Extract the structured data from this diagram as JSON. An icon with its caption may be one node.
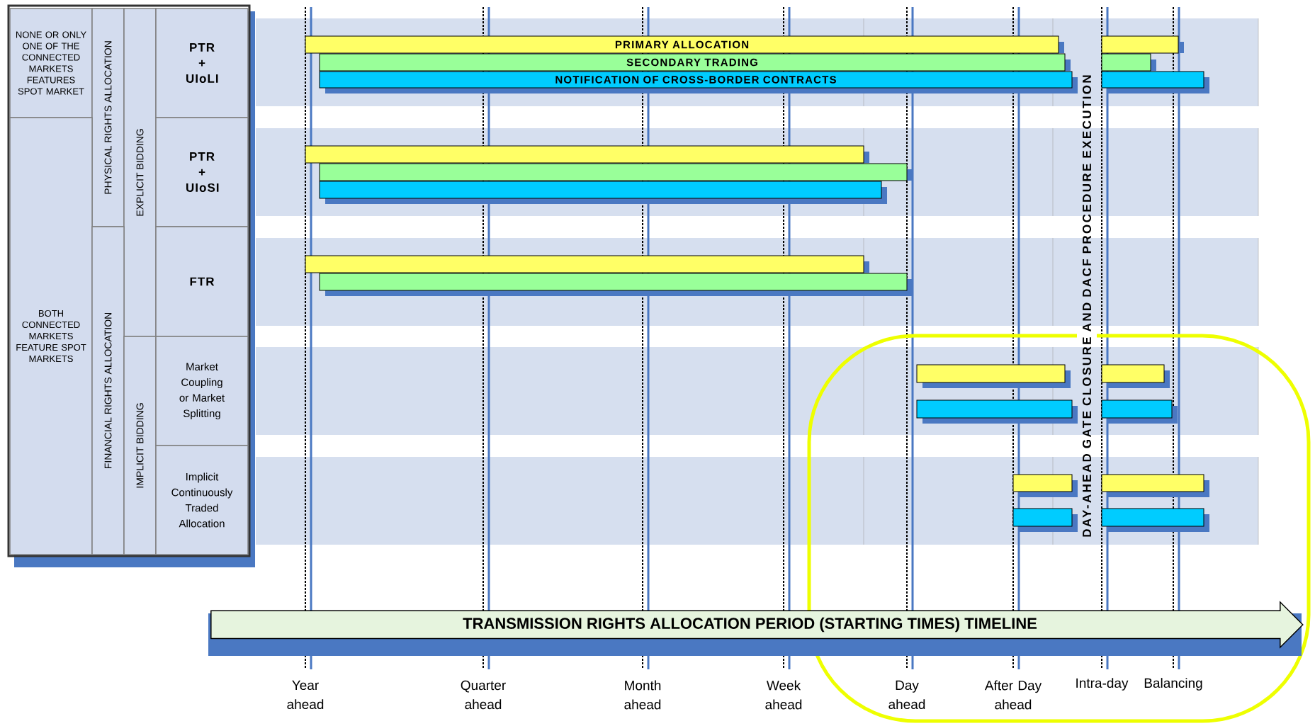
{
  "diagram": {
    "nodes": [
      {
        "text": [
          "NONE OR ONLY ONE OF THE CONNECTED MARKETS FEATURES SPOT MARKET"
        ]
      },
      {
        "text": [
          "PHYSICAL RIGHTS ALLOCATION"
        ]
      },
      {
        "text": [
          "EXPLICIT BIDDING"
        ]
      },
      {
        "text": [
          "PTR + UIoLI"
        ]
      },
      {
        "text": [
          "PTR + UIoSI"
        ]
      },
      {
        "text": [
          "BOTH CONNECTED MARKETS FEATURE SPOT MARKETS"
        ]
      },
      {
        "text": [
          "FINANCIAL RIGHTS ALLOCATION"
        ]
      },
      {
        "text": [
          "FTR"
        ]
      },
      {
        "text": [
          "IMPLICIT BIDDING"
        ]
      },
      {
        "text": [
          "Market Coupling or Market Splitting"
        ]
      },
      {
        "text": [
          "Implicit Continuously Traded Allocation"
        ]
      },
      {
        "text": [
          "PRIMARY ALLOCATION"
        ]
      },
      {
        "text": [
          "SECONDARY TRADING"
        ]
      },
      {
        "text": [
          "NOTIFICATION OF CROSS-BORDER CONTRACTS"
        ]
      },
      {
        "text": [],
        "shape": "bar"
      },
      {
        "text": [],
        "shape": "bar"
      },
      {
        "text": [],
        "shape": "bar"
      },
      {
        "text": [],
        "shape": "bar"
      },
      {
        "text": [],
        "shape": "bar"
      },
      {
        "text": [],
        "shape": "bar"
      },
      {
        "text": [],
        "shape": "bar"
      },
      {
        "text": [],
        "shape": "bar"
      },
      {
        "text": [],
        "shape": "bar"
      },
      {
        "text": [],
        "shape": "bar"
      },
      {
        "text": [],
        "shape": "bar"
      },
      {
        "text": [],
        "shape": "bar"
      },
      {
        "text": [],
        "shape": "bar"
      },
      {
        "text": [],
        "shape": "bar"
      },
      {
        "text": [],
        "shape": "bar"
      },
      {
        "text": [],
        "shape": "bar"
      },
      {
        "text": [
          "TRANSMISSION RIGHTS ALLOCATION PERIOD (STARTING TIMES) TIMELINE"
        ]
      }
    ],
    "labels": [
      "DAY-AHEAD GATE CLOSURE AND DACF PROCEDURE EXECUTION",
      "Year ahead",
      "Quarter ahead",
      "Month ahead",
      "Week ahead",
      "Day ahead",
      "After Day ahead",
      "Intra-day",
      "Balancing"
    ]
  }
}
